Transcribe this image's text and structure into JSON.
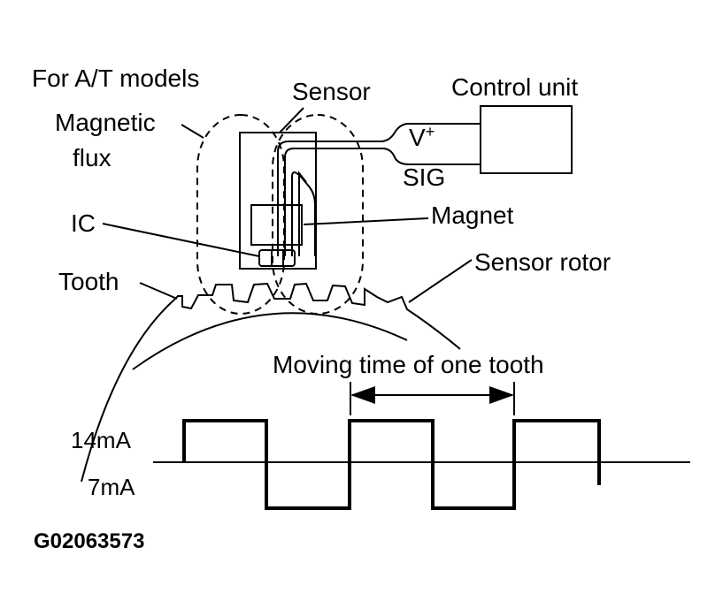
{
  "header": {
    "title": "For A/T models"
  },
  "labels": {
    "sensor": "Sensor",
    "control_unit": "Control unit",
    "magnetic": "Magnetic",
    "flux": "flux",
    "v_plus": "V",
    "v_plus_sup": "+",
    "sig": "SIG",
    "ic": "IC",
    "magnet": "Magnet",
    "sensor_rotor": "Sensor rotor",
    "tooth": "Tooth",
    "moving_time": "Moving time of one tooth"
  },
  "waveform": {
    "high_label": "14mA",
    "low_label": "7mA"
  },
  "figure_id": "G02063573"
}
